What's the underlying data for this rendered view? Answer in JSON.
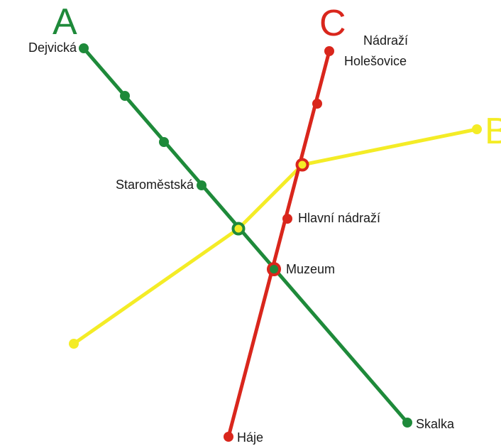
{
  "lines": {
    "a": {
      "letter": "A",
      "color": "#1e8a3a"
    },
    "b": {
      "letter": "B",
      "color": "#f4ec26"
    },
    "c": {
      "letter": "C",
      "color": "#d9261c"
    }
  },
  "stations": {
    "dejvicka": "Dejvická",
    "nadrazi_holesovice_line1": "Nádraží",
    "nadrazi_holesovice_line2": "Holešovice",
    "staromestska": "Staroměstská",
    "hlavni_nadrazi": "Hlavní nádraží",
    "muzeum": "Muzeum",
    "skalka": "Skalka",
    "haje": "Háje"
  }
}
